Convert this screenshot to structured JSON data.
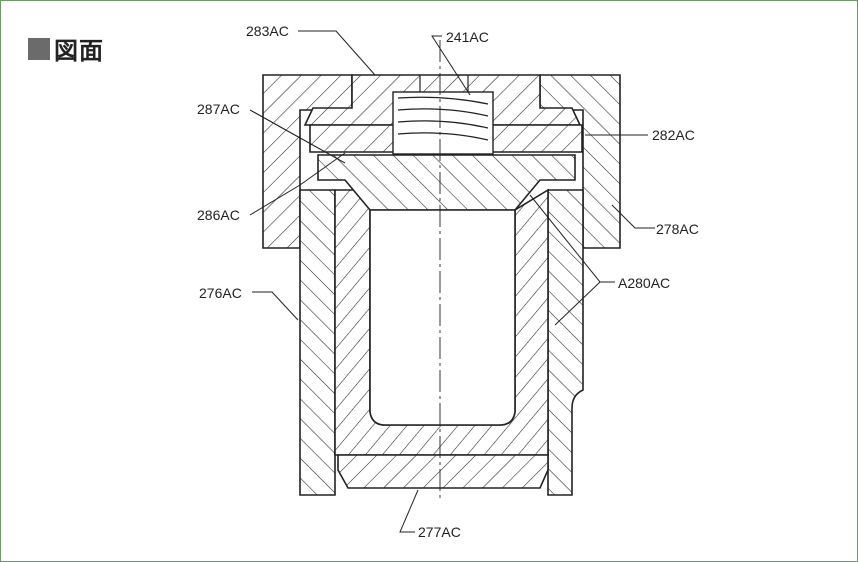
{
  "title": "図面",
  "colors": {
    "frame": "#6e9a6a",
    "title_box": "#6b6b6b",
    "ink": "#222222"
  },
  "labels": {
    "l283": "283AC",
    "l241": "241AC",
    "l287": "287AC",
    "l282": "282AC",
    "l286": "286AC",
    "l278": "278AC",
    "l276": "276AC",
    "a280": "A280AC",
    "l277": "277AC"
  }
}
